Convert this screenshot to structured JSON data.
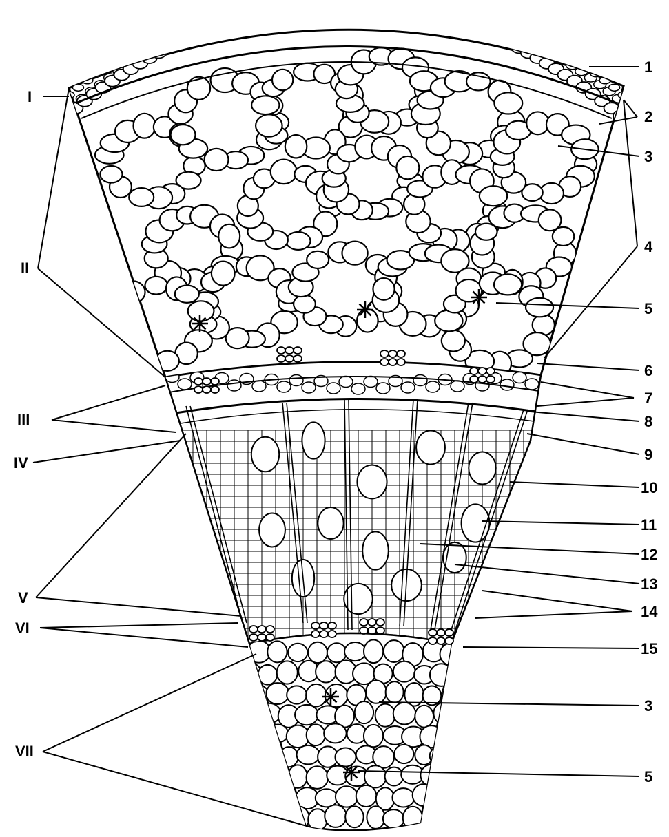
{
  "left_labels": [
    "I",
    "II",
    "III",
    "IV",
    "V",
    "VI",
    "VII"
  ],
  "right_labels": [
    "1",
    "2",
    "3",
    "4",
    "5",
    "6",
    "7",
    "8",
    "9",
    "10",
    "11",
    "12",
    "13",
    "14",
    "15",
    "3",
    "5"
  ]
}
